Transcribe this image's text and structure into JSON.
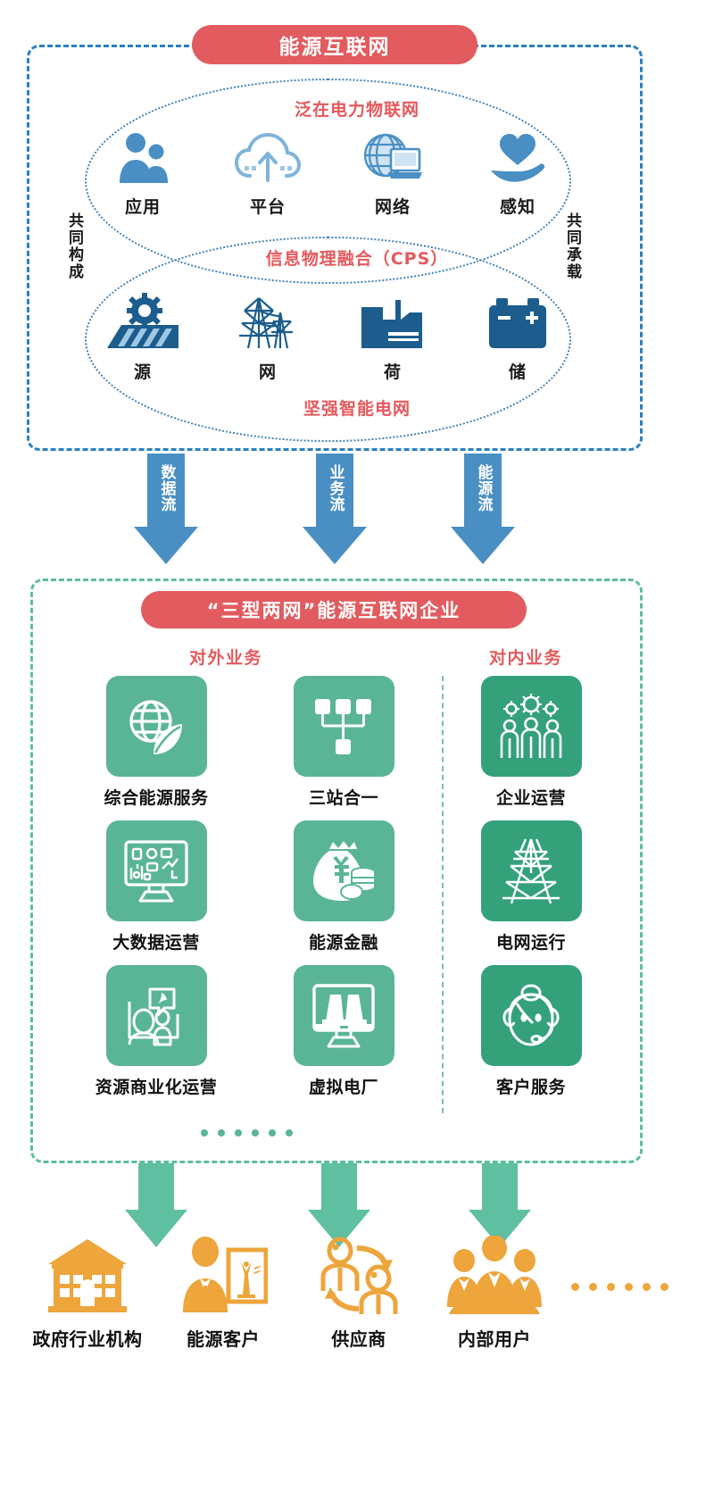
{
  "top_section": {
    "title": "能源互联网",
    "ellipse_upper_label": "泛在电力物联网",
    "ellipse_overlap_label": "信息物理融合（CPS）",
    "ellipse_lower_label": "坚强智能电网",
    "side_label_left": "共同构成",
    "side_label_right": "共同承载",
    "upper_items": [
      {
        "label": "应用",
        "icon": "people-icon"
      },
      {
        "label": "平台",
        "icon": "cloud-upload-icon"
      },
      {
        "label": "网络",
        "icon": "globe-laptop-icon"
      },
      {
        "label": "感知",
        "icon": "hand-heart-icon"
      }
    ],
    "lower_items": [
      {
        "label": "源",
        "icon": "hydro-gear-icon"
      },
      {
        "label": "网",
        "icon": "transmission-tower-icon"
      },
      {
        "label": "荷",
        "icon": "factory-icon"
      },
      {
        "label": "储",
        "icon": "battery-icon"
      }
    ]
  },
  "flow_arrows": [
    {
      "label": "数据流",
      "color": "#4a8fc4"
    },
    {
      "label": "业务流",
      "color": "#4a8fc4"
    },
    {
      "label": "能源流",
      "color": "#4a8fc4"
    }
  ],
  "mid_section": {
    "title": "“三型两网”能源互联网企业",
    "sub_external": "对外业务",
    "sub_internal": "对内业务",
    "rows": [
      [
        {
          "label": "综合能源服务",
          "icon": "globe-leaf-icon",
          "tone": "light"
        },
        {
          "label": "三站合一",
          "icon": "network-nodes-icon",
          "tone": "light"
        },
        {
          "label": "企业运营",
          "icon": "staff-gears-icon",
          "tone": "dark"
        }
      ],
      [
        {
          "label": "大数据运营",
          "icon": "dashboard-monitor-icon",
          "tone": "light"
        },
        {
          "label": "能源金融",
          "icon": "money-bag-coins-icon",
          "tone": "light"
        },
        {
          "label": "电网运行",
          "icon": "transmission-tower-icon",
          "tone": "dark"
        }
      ],
      [
        {
          "label": "资源商业化运营",
          "icon": "people-board-icon",
          "tone": "light"
        },
        {
          "label": "虚拟电厂",
          "icon": "power-plant-monitor-icon",
          "tone": "light"
        },
        {
          "label": "客户服务",
          "icon": "headset-agent-icon",
          "tone": "dark"
        }
      ]
    ],
    "more_indicator": "······"
  },
  "output_arrows": [
    {
      "color": "#5fbfa1"
    },
    {
      "color": "#5fbfa1"
    },
    {
      "color": "#5fbfa1"
    }
  ],
  "stakeholders": [
    {
      "label": "政府行业机构",
      "icon": "government-building-icon"
    },
    {
      "label": "能源客户",
      "icon": "business-person-chart-icon"
    },
    {
      "label": "供应商",
      "icon": "supplier-cycle-icon"
    },
    {
      "label": "内部用户",
      "icon": "group-people-icon"
    }
  ],
  "stakeholders_more": "······",
  "colors": {
    "red_pill": "#e15b5f",
    "red_text": "#e4595c",
    "blue_border": "#2a7fc1",
    "blue_dotted": "#3c7fb5",
    "blue_arrow": "#4a8fc4",
    "green_border": "#5bbf9a",
    "green_card_light": "#5ab596",
    "green_card_dark": "#34a17a",
    "green_arrow": "#5fbfa1",
    "orange_icon": "#eda53c"
  }
}
